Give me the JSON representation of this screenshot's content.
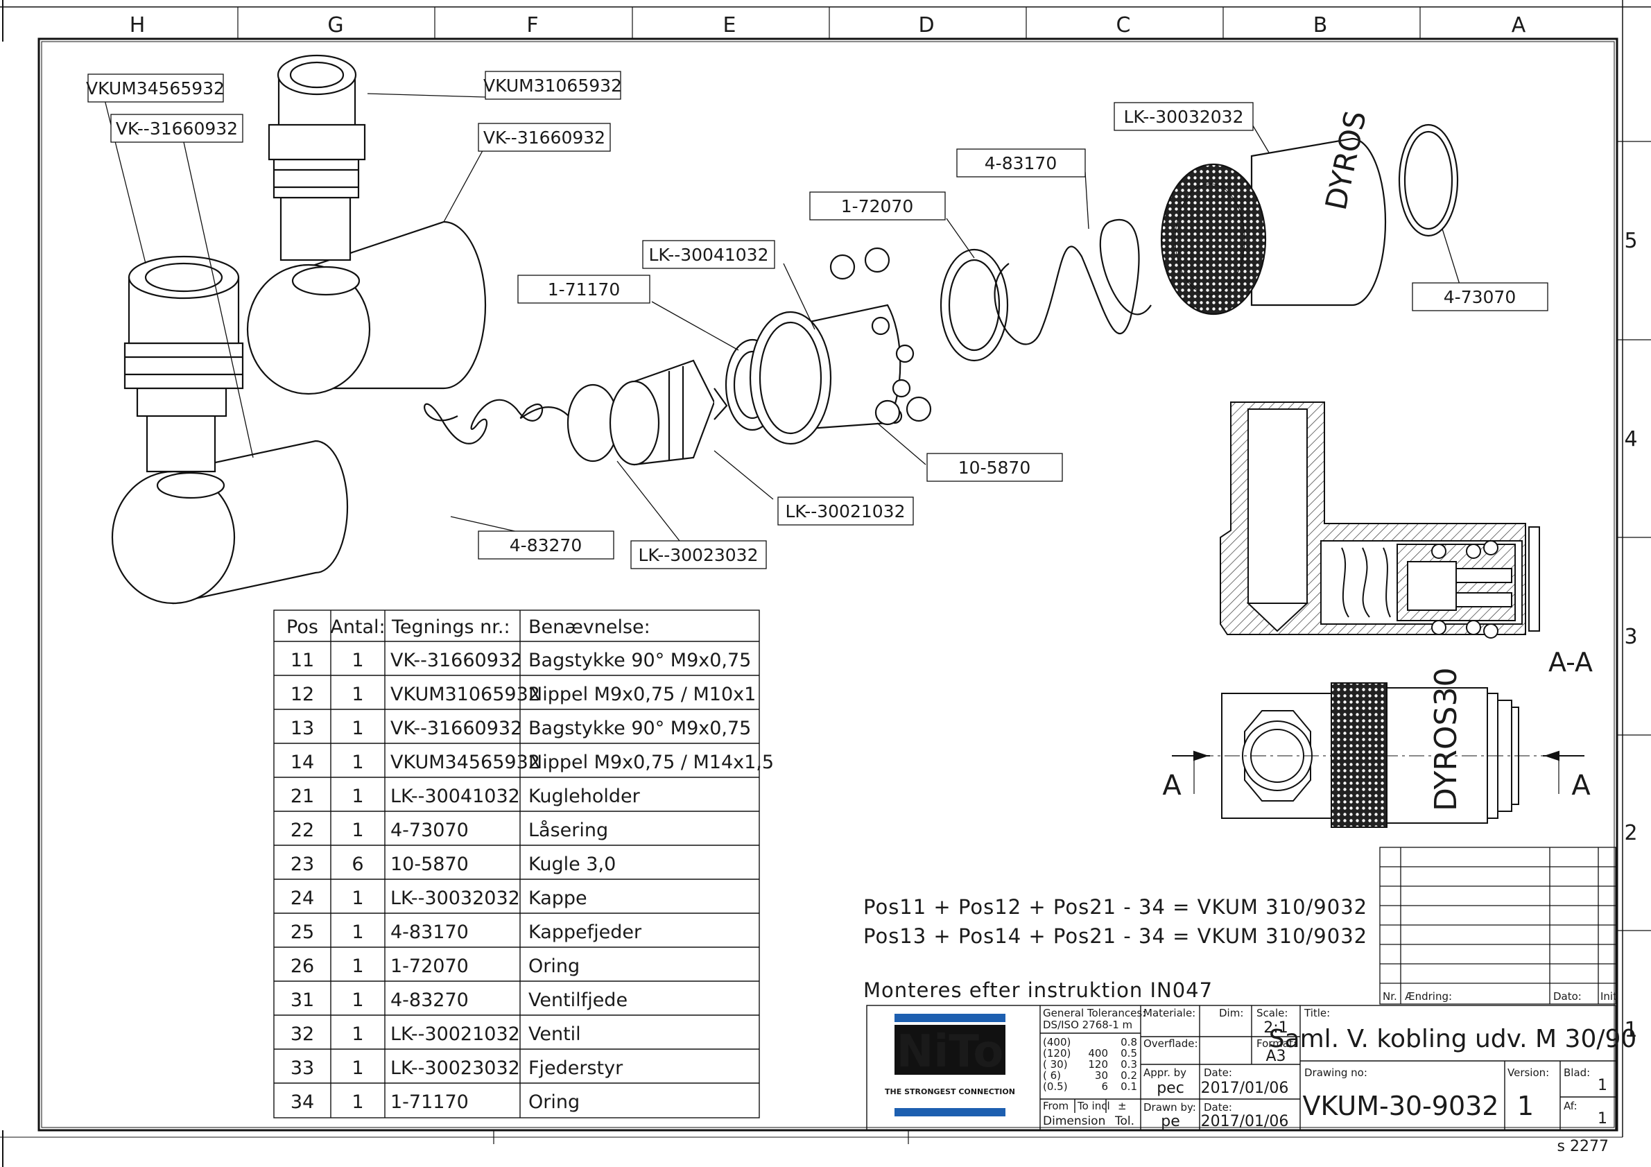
{
  "frame": {
    "zones_top": [
      "H",
      "G",
      "F",
      "E",
      "D",
      "C",
      "B",
      "A"
    ],
    "zones_side": [
      "5",
      "4",
      "3",
      "2",
      "1"
    ]
  },
  "callouts": [
    {
      "label": "VKUM34565932"
    },
    {
      "label": "VK--31660932"
    },
    {
      "label": "VKUM31065932"
    },
    {
      "label": "VK--31660932"
    },
    {
      "label": "LK--30032032"
    },
    {
      "label": "4-83170"
    },
    {
      "label": "1-72070"
    },
    {
      "label": "LK--30041032"
    },
    {
      "label": "1-71170"
    },
    {
      "label": "4-73070"
    },
    {
      "label": "10-5870"
    },
    {
      "label": "LK--30021032"
    },
    {
      "label": "4-83270"
    },
    {
      "label": "LK--30023032"
    }
  ],
  "parts_table": {
    "headers": [
      "Pos",
      "Antal:",
      "Tegnings nr.:",
      "Benævnelse:"
    ],
    "rows": [
      [
        "11",
        "1",
        "VK--31660932",
        "Bagstykke 90° M9x0,75"
      ],
      [
        "12",
        "1",
        "VKUM31065932",
        "Nippel M9x0,75 / M10x1"
      ],
      [
        "13",
        "1",
        "VK--31660932",
        "Bagstykke 90° M9x0,75"
      ],
      [
        "14",
        "1",
        "VKUM34565932",
        "Nippel M9x0,75 / M14x1,5"
      ],
      [
        "21",
        "1",
        "LK--30041032",
        "Kugleholder"
      ],
      [
        "22",
        "1",
        "4-73070",
        "Låsering"
      ],
      [
        "23",
        "6",
        "10-5870",
        "Kugle 3,0"
      ],
      [
        "24",
        "1",
        "LK--30032032",
        "Kappe"
      ],
      [
        "25",
        "1",
        "4-83170",
        "Kappefjeder"
      ],
      [
        "26",
        "1",
        "1-72070",
        "Oring"
      ],
      [
        "31",
        "1",
        "4-83270",
        "Ventilfjede"
      ],
      [
        "32",
        "1",
        "LK--30021032",
        "Ventil"
      ],
      [
        "33",
        "1",
        "LK--30023032",
        "Fjederstyr"
      ],
      [
        "34",
        "1",
        "1-71170",
        "Oring"
      ]
    ]
  },
  "notes": {
    "line1": "Pos11 + Pos12 + Pos21 - 34 = VKUM 310/9032",
    "line2": "Pos13 + Pos14 + Pos21 - 34 = VKUM 310/9032",
    "line3": "Monteres efter instruktion IN047"
  },
  "section": {
    "label_main": "A-A",
    "marker_left": "A",
    "marker_right": "A",
    "brand_side": "DYROS30",
    "brand_cap": "DYROS"
  },
  "revision_block": {
    "col_nr": "Nr.",
    "col_change": "Ændring:",
    "col_date": "Dato:",
    "col_init": "Init"
  },
  "title_block": {
    "logo_text": "NiTo",
    "logo_slogan": "THE STRONGEST CONNECTION",
    "general_tol_label": "General Tolerances:",
    "general_tol_std": "DS/ISO 2768-1 m",
    "tol_rows": [
      [
        "(400)",
        "",
        "0.8"
      ],
      [
        "(120)",
        "400",
        "0.5"
      ],
      [
        "( 30)",
        "120",
        "0.3"
      ],
      [
        "(  6)",
        "30",
        "0.2"
      ],
      [
        "(0.5)",
        "6",
        "0.1"
      ]
    ],
    "from_label": "From",
    "to_label": "To incl",
    "pm_label": "±",
    "dimension_label": "Dimension",
    "tol_label": "Tol.",
    "material_label": "Materiale:",
    "dim_label": "Dim:",
    "scale_label": "Scale:",
    "scale_value": "2:1",
    "surface_label": "Overflade:",
    "format_label": "Format:",
    "format_value": "A3",
    "appr_label": "Appr. by",
    "appr_value": "pec",
    "date_label": "Date:",
    "appr_date": "2017/01/06",
    "drawn_label": "Drawn by:",
    "drawn_value": "pe",
    "drawn_date": "2017/01/06",
    "title_label": "Title:",
    "title_value": "Saml. V. kobling udv. M 30/90",
    "drawing_no_label": "Drawing no:",
    "drawing_no_value": "VKUM-30-9032",
    "version_label": "Version:",
    "version_value": "1",
    "sheet_label": "Blad:",
    "sheet_value": "1",
    "of_label": "Af:",
    "of_value": "1"
  },
  "corner_code": "s 2277"
}
